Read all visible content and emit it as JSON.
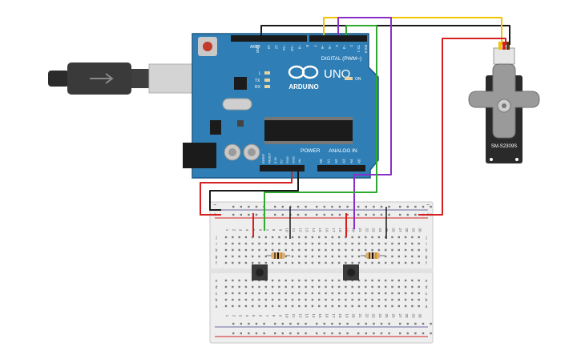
{
  "arduino": {
    "brand": "ARDUINO",
    "model": "UNO",
    "digital_header": "DIGITAL (PWM~)",
    "power_header": "POWER",
    "analog_header": "ANALOG IN",
    "on_label": "ON",
    "tx_label": "TX",
    "rx_label": "RX",
    "l_label": "L",
    "aref": "AREF",
    "gnd": "GND",
    "digital_pins": [
      "13",
      "12",
      "~11",
      "~10",
      "~9",
      "8",
      "7",
      "~6",
      "~5",
      "4",
      "~3",
      "2",
      "TX 1",
      "RX 0"
    ],
    "power_pins": [
      "IOREF",
      "RESET",
      "3.3V",
      "5V",
      "GND",
      "GND",
      "Vin"
    ],
    "analog_pins": [
      "A0",
      "A1",
      "A2",
      "A3",
      "A4",
      "A5"
    ]
  },
  "servo": {
    "label": "SM-S2309S"
  },
  "breadboard": {
    "columns": [
      "1",
      "2",
      "3",
      "4",
      "5",
      "6",
      "7",
      "8",
      "9",
      "10",
      "11",
      "12",
      "13",
      "14",
      "15",
      "16",
      "17",
      "18",
      "19",
      "20",
      "21",
      "22",
      "23",
      "24",
      "25",
      "26",
      "27",
      "28",
      "29",
      "30"
    ],
    "rows_top": [
      "j",
      "i",
      "h",
      "g",
      "f"
    ],
    "rows_bottom": [
      "e",
      "d",
      "c",
      "b",
      "a"
    ],
    "rail_plus": "+",
    "rail_minus": "−"
  },
  "colors": {
    "board": "#2f7fb6",
    "wire_black": "#1a1a1a",
    "wire_red": "#d62020",
    "wire_yellow": "#f2c400",
    "wire_purple": "#8b2fc9",
    "wire_green": "#2faa2f",
    "breadboard": "#eeeeee"
  }
}
